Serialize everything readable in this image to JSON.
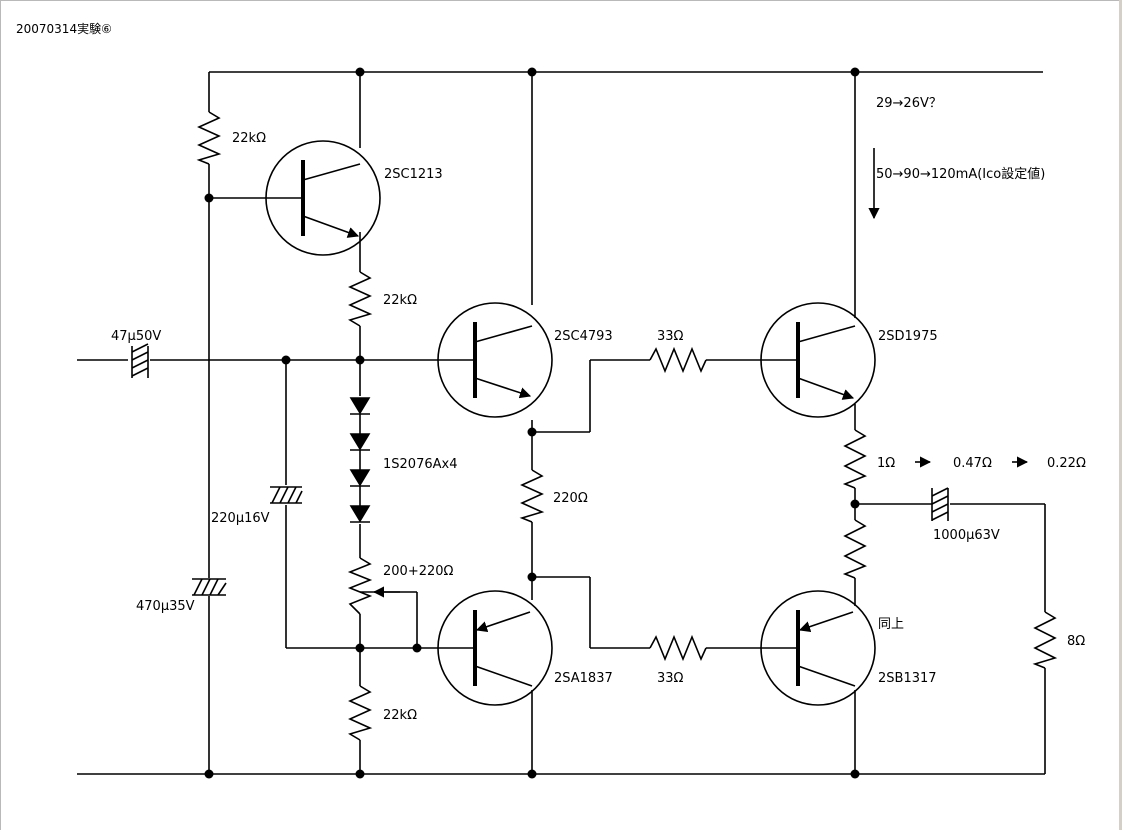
{
  "title": "20070314実験⑥",
  "labels": {
    "r_bias_top": "22kΩ",
    "q1": "2SC1213",
    "r_q1_emitter": "22kΩ",
    "c_input": "47μ50V",
    "q_driver_top": "2SC4793",
    "r_base_top": "33Ω",
    "q_out_top": "2SD1975",
    "supply_voltage": "29→26V？",
    "idle_current": "50→90→120mA(Ico設定値)",
    "diodes": "1S2076Ax4",
    "r_emitter_top": "1Ω",
    "r_emitter_val2": "0.47Ω",
    "r_emitter_val3": "0.22Ω",
    "r_driver_mid": "220Ω",
    "c_feedback": "220μ16V",
    "c_output": "1000μ63V",
    "vr_bias": "200+220Ω",
    "c_supply": "470μ35V",
    "r_emitter_bottom": "同上",
    "r_load": "8Ω",
    "q_driver_bottom": "2SA1837",
    "r_base_bottom": "33Ω",
    "q_out_bottom": "2SB1317",
    "r_bias_bottom": "22kΩ"
  },
  "colors": {
    "wire": "#000000",
    "background": "#ffffff",
    "border": "#b9b9b9"
  }
}
